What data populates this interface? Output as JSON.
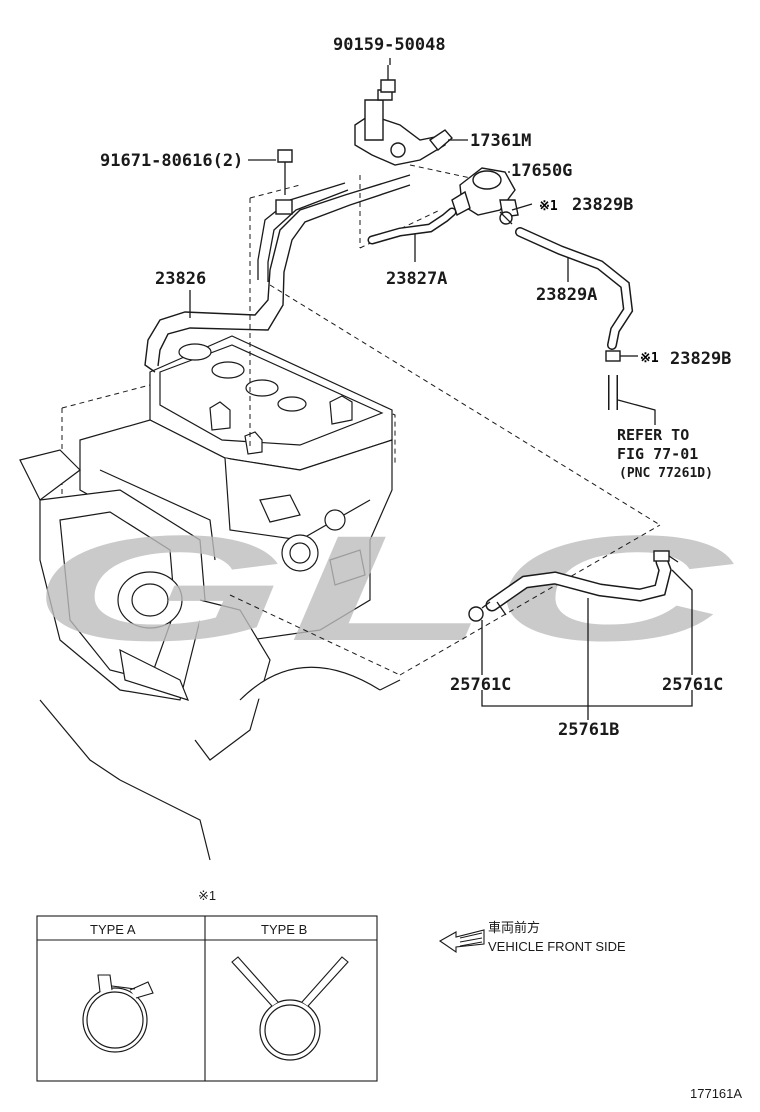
{
  "parts": {
    "p90159": "90159-50048",
    "p91671": "91671-80616(2)",
    "p17361M": "17361M",
    "p17650G": "17650G",
    "p23829B_top": "23829B",
    "p23826": "23826",
    "p23827A": "23827A",
    "p23829A": "23829A",
    "p23829B_mid": "23829B",
    "p25761C_left": "25761C",
    "p25761C_right": "25761C",
    "p25761B": "25761B"
  },
  "marks": {
    "note_mark_top": "※1",
    "note_mark_mid": "※1",
    "legend_mark": "※1"
  },
  "refer": {
    "line1": "REFER TO",
    "line2": "FIG 77-01",
    "line3": "(PNC 77261D)"
  },
  "legend": {
    "type_a": "TYPE A",
    "type_b": "TYPE B"
  },
  "front": {
    "jp": "車両前方",
    "en": "VEHICLE FRONT SIDE"
  },
  "watermark": "GLC",
  "figure_id": "177161A",
  "colors": {
    "line": "#1a1a1a",
    "watermark": "#bdbdbd",
    "background": "#ffffff"
  }
}
